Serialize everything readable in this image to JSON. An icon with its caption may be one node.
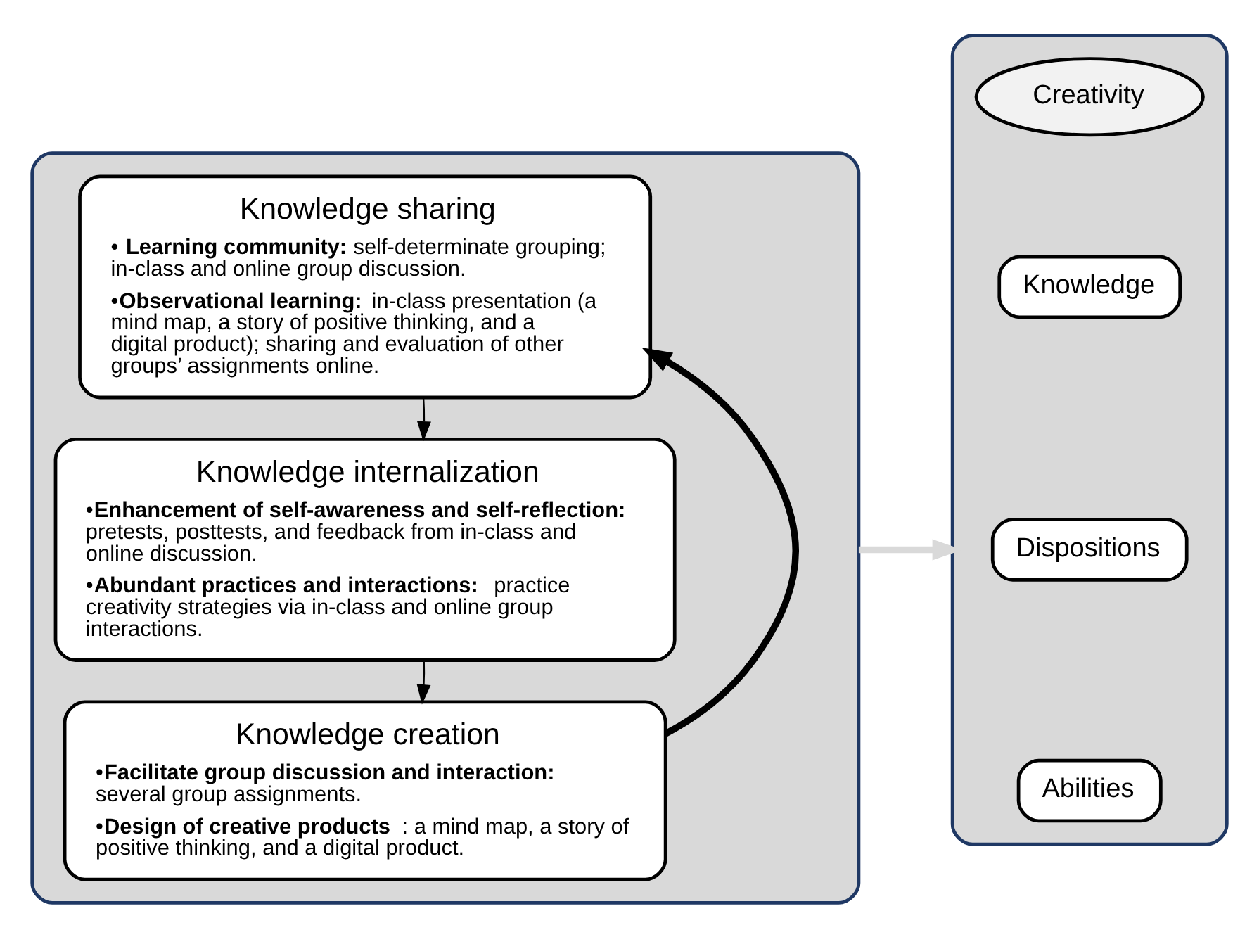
{
  "diagram": {
    "nodes": [
      {
        "text": [],
        "shape": "box"
      },
      {
        "text": [
          "Knowledge sharing",
          "• **Learning community:** self-determinate grouping; in-class and online group discussion.",
          "•**Observational learning:** in-class presentation (a mind map, a story of positive thinking, and a digital product); sharing and evaluation of other groups’ assignments online."
        ],
        "in": 0
      },
      {
        "text": [
          "Knowledge internalization",
          "•**Enhancement of self-awareness and self-reflection:** pretests, posttests, and feedback from in-class and online discussion.",
          "•**Abundant practices and interactions:** practice creativity strategies via in-class and online group interactions."
        ],
        "in": 0
      },
      {
        "text": [
          "Knowledge creation",
          "•**Facilitate group discussion and interaction:** several group assignments.",
          "•**Design of creative products**: a mind map, a story of positive thinking, and a digital product."
        ],
        "in": 0
      },
      {
        "text": [],
        "shape": "box"
      },
      {
        "text": [
          "Creativity"
        ],
        "in": 4
      },
      {
        "text": [
          "Knowledge"
        ],
        "in": 4
      },
      {
        "text": [
          "Dispositions"
        ],
        "in": 4
      },
      {
        "text": [
          "Abilities"
        ],
        "in": 4
      }
    ],
    "edges": [
      {
        "from": 1,
        "to": 2,
        "arrow": "to"
      },
      {
        "from": 2,
        "to": 3,
        "arrow": "to"
      },
      {
        "from": 3,
        "to": 1,
        "arrow": "to",
        "style": "thick"
      },
      {
        "from": 0,
        "to": 4,
        "arrow": "to",
        "style": "thick",
        "color": "#d9d9d9"
      }
    ]
  }
}
